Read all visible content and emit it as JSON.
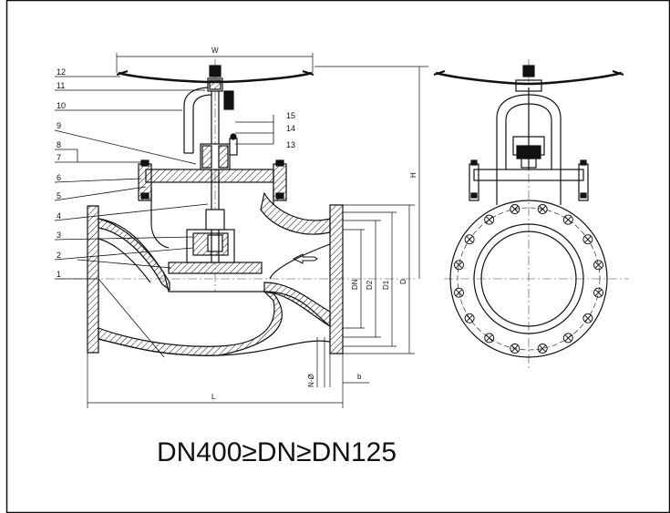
{
  "part_numbers": [
    "1",
    "2",
    "3",
    "4",
    "5",
    "6",
    "7",
    "8",
    "9",
    "10",
    "11",
    "12",
    "13",
    "14",
    "15"
  ],
  "dimensions": {
    "W": "W",
    "H": "H",
    "L": "L",
    "DN": "DN",
    "D2": "D2",
    "D1": "D1",
    "D": "D",
    "N_phi": "N-Ø",
    "b": "b"
  },
  "caption": "DN400≥DN≥DN125"
}
